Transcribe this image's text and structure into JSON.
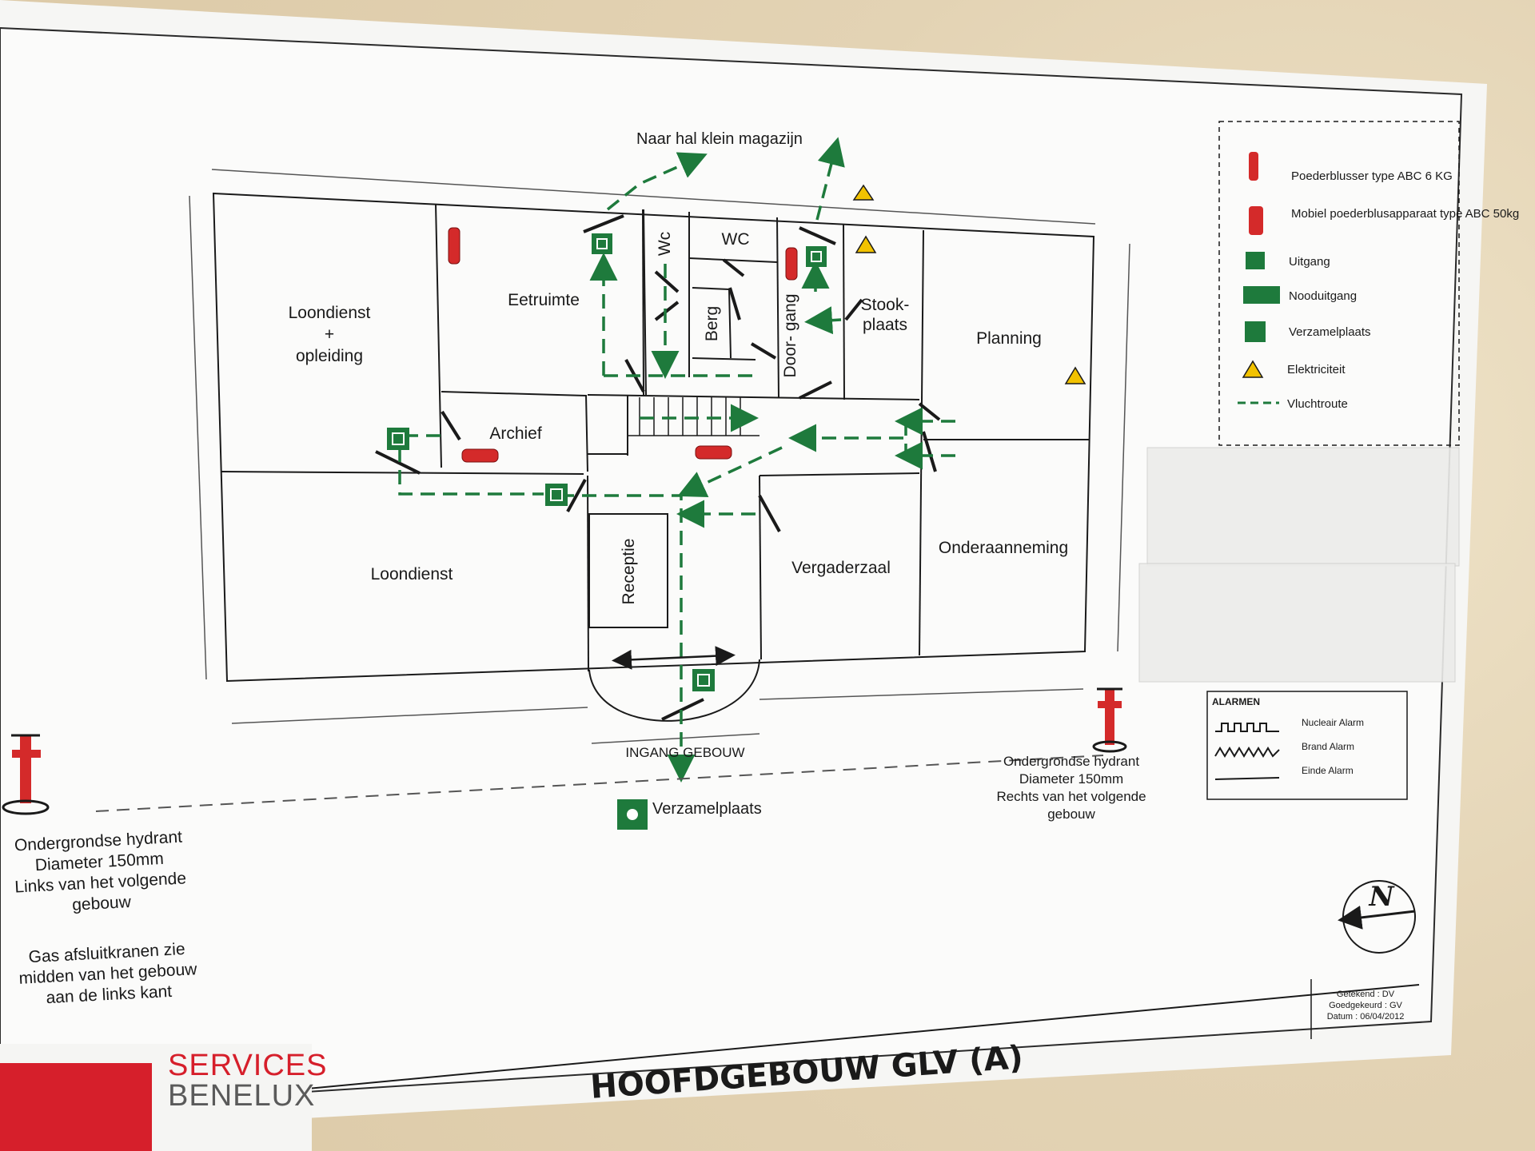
{
  "poster_title": "HOOFDGEBOUW GLV (A)",
  "exit_direction_label": "Naar hal klein magazijn",
  "entrance_label": "INGANG GEBOUW",
  "assembly_point_label": "Verzamelplaats",
  "rooms": {
    "loondienst_opleiding": [
      "Loondienst",
      "+",
      "opleiding"
    ],
    "eetruimte": "Eetruimte",
    "wc_vertical": "Wc",
    "wc": "WC",
    "berg": "Berg",
    "doorgang": "Door- gang",
    "stookplaats": [
      "Stook-",
      "plaats"
    ],
    "planning": "Planning",
    "archief": "Archief",
    "loondienst": "Loondienst",
    "receptie": "Receptie",
    "vergaderzaal": "Vergaderzaal",
    "onderaanneming": "Onderaanneming"
  },
  "legend": {
    "items": [
      {
        "icon": "fire-extinguisher-icon",
        "label": "Poederblusser type ABC 6 KG"
      },
      {
        "icon": "mobile-extinguisher-icon",
        "label": "Mobiel poederblusapparaat type ABC 50kg"
      },
      {
        "icon": "exit-icon",
        "label": "Uitgang"
      },
      {
        "icon": "emergency-exit-icon",
        "label": "Nooduitgang"
      },
      {
        "icon": "assembly-point-icon",
        "label": "Verzamelplaats"
      },
      {
        "icon": "electricity-icon",
        "label": "Elektriciteit"
      },
      {
        "icon": "escape-route-icon",
        "label": "Vluchtroute"
      }
    ],
    "colors": {
      "green": "#1e7a3c",
      "red": "#d42a2a",
      "warning": "#f2c200"
    }
  },
  "alarms": {
    "title": "ALARMEN",
    "items": [
      {
        "icon": "square-wave-icon",
        "label": "Nucleair Alarm"
      },
      {
        "icon": "sawtooth-wave-icon",
        "label": "Brand Alarm"
      },
      {
        "icon": "flat-line-icon",
        "label": "Einde Alarm"
      }
    ]
  },
  "hydrant_left": [
    "Ondergrondse hydrant",
    "Diameter 150mm",
    "Links van het volgende",
    "gebouw"
  ],
  "hydrant_right": [
    "Ondergrondse hydrant",
    "Diameter 150mm",
    "Rechts van het volgende",
    "gebouw"
  ],
  "gas_note": [
    "Gas afsluitkranen zie",
    "midden van het gebouw",
    "aan de links kant"
  ],
  "north_label": "N",
  "title_block": [
    "Getekend : DV",
    "Goedgekeurd : GV",
    "Datum : 06/04/2012"
  ],
  "brand": {
    "line1": "SERVICES",
    "line2": "BENELUX"
  }
}
